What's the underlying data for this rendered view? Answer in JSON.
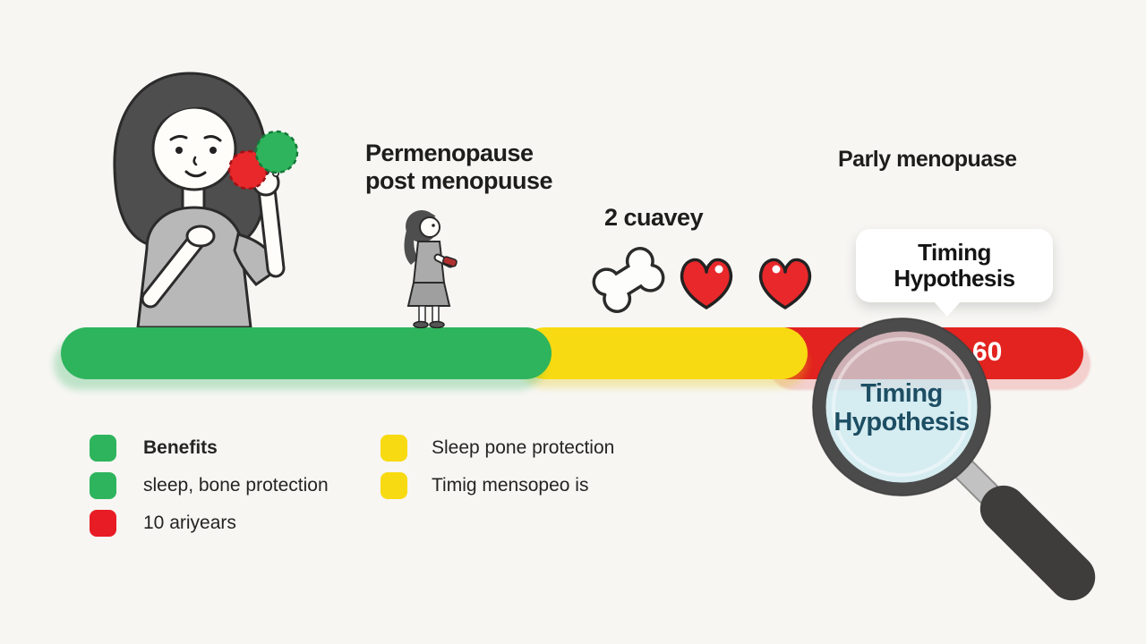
{
  "title_block": {
    "line1": "Permenopause",
    "line2": "post menopuuse"
  },
  "survey_label": "2 cuavey",
  "early_menopause_label": "Parly menopuase",
  "speech_bubble": {
    "line1": "Timing",
    "line2": "Hypothesis"
  },
  "magnifier_label": {
    "line1": "Timing",
    "line2": "Hypothesis"
  },
  "timeline": {
    "age_marker": "60",
    "segments": [
      {
        "name": "benefits-green",
        "color": "#2eb45c"
      },
      {
        "name": "caution-yellow",
        "color": "#f8da12"
      },
      {
        "name": "risk-red",
        "color": "#e2231f"
      }
    ]
  },
  "legend": {
    "left": [
      {
        "label": "Benefits",
        "color": "#2eb45c",
        "bold": true
      },
      {
        "label": "sleep, bone protection",
        "color": "#2eb45c",
        "bold": false
      },
      {
        "label": "10 ariyears",
        "color": "#e81c24",
        "bold": false
      }
    ],
    "right": [
      {
        "label": "Sleep pone protection",
        "color": "#f8da12",
        "bold": false
      },
      {
        "label": "Timig mensopeo is",
        "color": "#f8da12",
        "bold": false
      }
    ]
  },
  "icons": {
    "woman": "woman-holding-pills-icon",
    "small_woman": "standing-woman-icon",
    "bone": "bone-icon",
    "heart": "heart-icon",
    "magnifier": "magnifying-glass-icon"
  },
  "colors": {
    "background": "#f7f6f3",
    "green": "#2eb45c",
    "yellow": "#f8da12",
    "red_bar": "#e2231f",
    "red_legend": "#e81c24",
    "heading_text": "#1d1d1b",
    "lens_text": "#1d4e63",
    "age_marker_text": "#ffffff"
  }
}
